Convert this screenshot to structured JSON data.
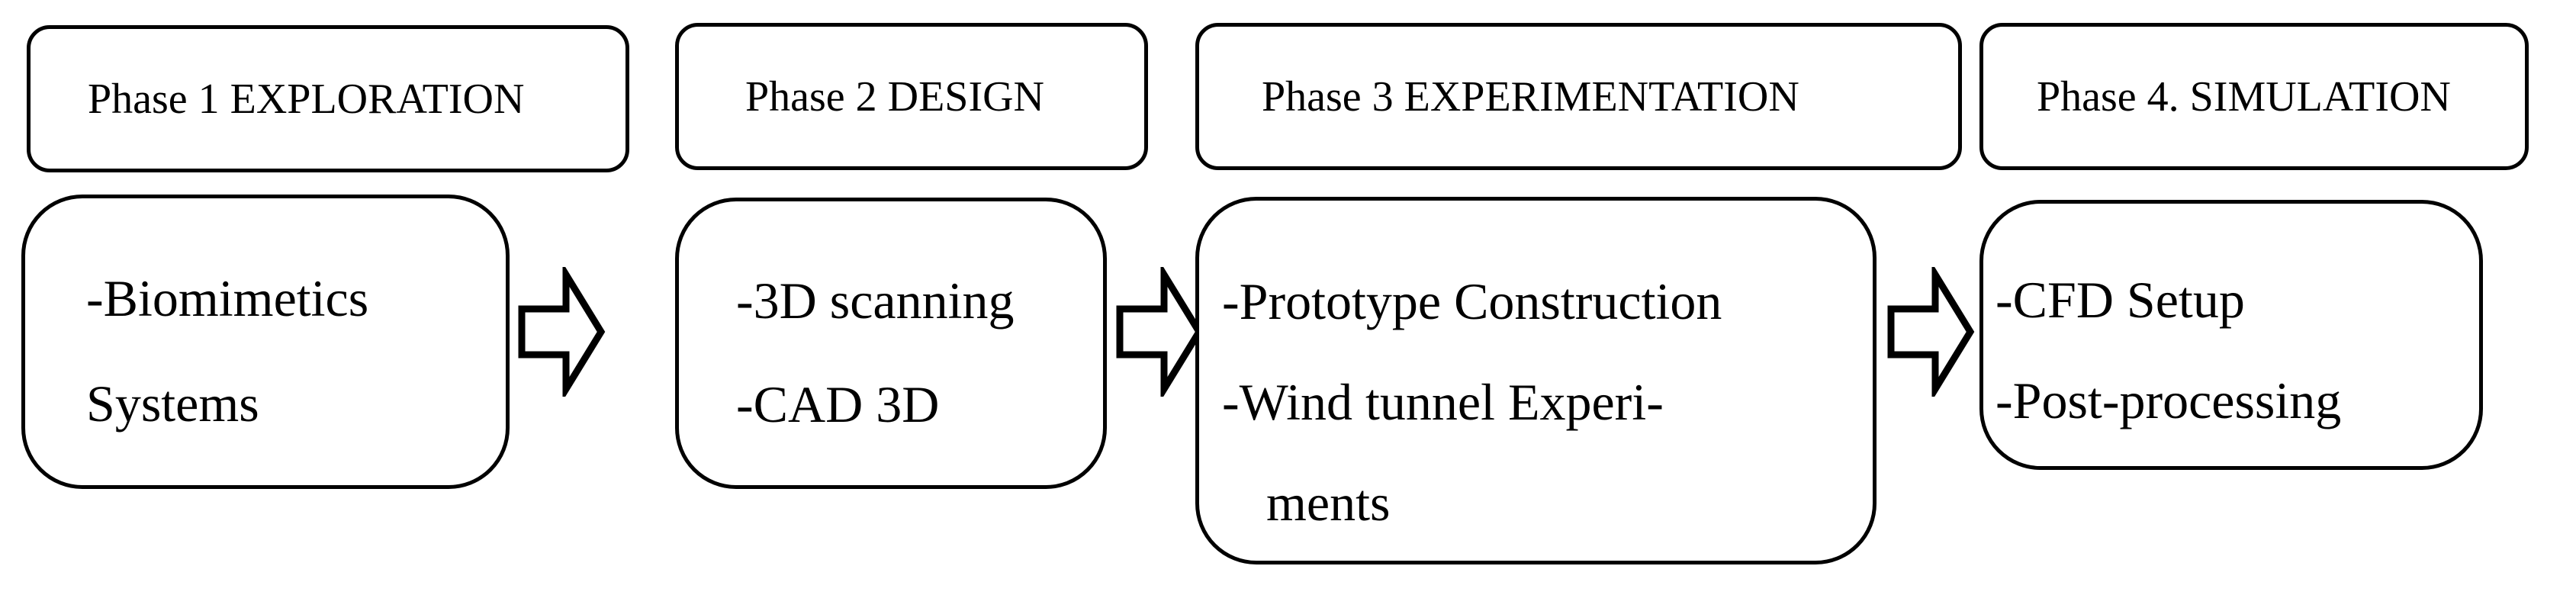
{
  "phases": [
    {
      "header": "Phase 1 EXPLORATION",
      "lines": [
        "-Biomimetics",
        "Systems"
      ]
    },
    {
      "header": "Phase 2 DESIGN",
      "lines": [
        "-3D scanning",
        "-CAD 3D"
      ]
    },
    {
      "header": "Phase 3 EXPERIMENTATION",
      "lines": [
        "-Prototype Construction",
        "-Wind tunnel Experi-",
        "ments"
      ]
    },
    {
      "header": "Phase 4. SIMULATION",
      "lines": [
        "-CFD Setup",
        "-Post-processing"
      ]
    }
  ]
}
